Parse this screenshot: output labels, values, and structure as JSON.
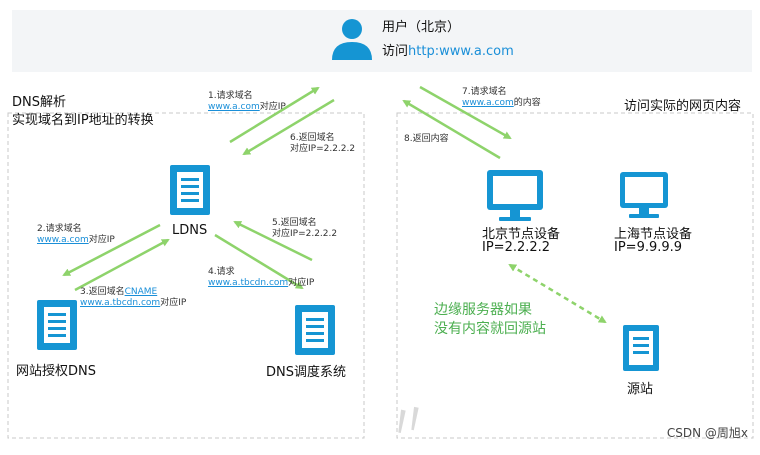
{
  "header": {
    "title": "用户（北京）",
    "url_prefix": "访问",
    "url": "http:www.a.com"
  },
  "sections": {
    "dns_title": "DNS解析",
    "dns_sub": "实现域名到IP地址的转换",
    "visit_title": "访问实际的网页内容"
  },
  "nodes": {
    "ldns": "LDNS",
    "auth_dns": "网站授权DNS",
    "dns_sched": "DNS调度系统",
    "bj_node": "北京节点设备",
    "bj_ip": "IP=2.2.2.2",
    "sh_node": "上海节点设备",
    "sh_ip": "IP=9.9.9.9",
    "origin": "源站"
  },
  "steps": {
    "s1_label": "1.请求域名",
    "s1_domain": "www.a.com",
    "s1_suffix": "对应IP",
    "s6_label": "6.返回域名",
    "s6_ip": "对应IP=2.2.2.2",
    "s2_label": "2.请求域名",
    "s2_domain": "www.a.com",
    "s2_suffix": "对应IP",
    "s3_label": "3.返回域名",
    "s3_cname": "CNAME",
    "s3_domain": "www.a.tbcdn.com",
    "s3_suffix": "对应IP",
    "s4_label": "4.请求",
    "s4_domain": "www.a.tbcdn.com",
    "s4_suffix": "对应IP",
    "s5_label": "5.返回域名",
    "s5_ip": "对应IP=2.2.2.2",
    "s7_label": "7.请求域名",
    "s7_domain": "www.a.com",
    "s7_suffix": "的内容",
    "s8_label": "8.返回内容"
  },
  "note": {
    "line1": "边缘服务器如果",
    "line2": "没有内容就回源站"
  },
  "watermark": "CSDN @周旭x",
  "colors": {
    "arrow": "#8ed36b",
    "icon": "#1595d3",
    "dashed_border": "#c8c8c8",
    "header_bg": "#f3f5f7"
  }
}
